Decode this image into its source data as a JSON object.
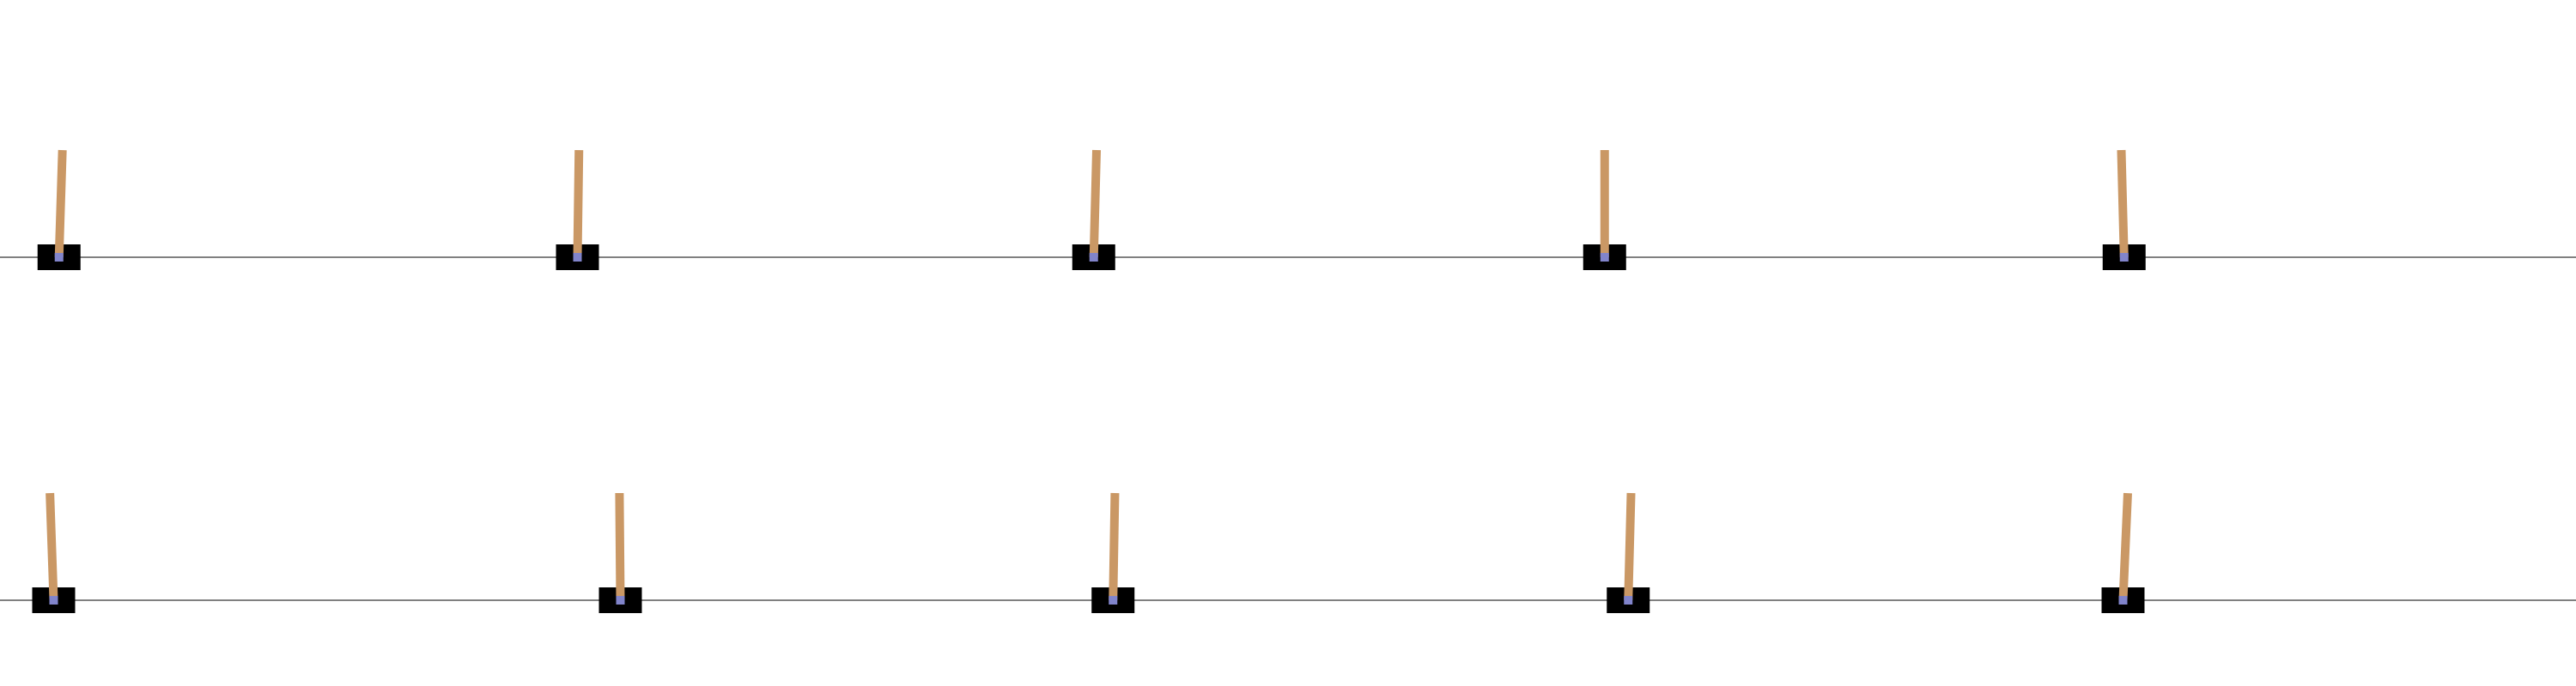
{
  "environment": {
    "name": "CartPole",
    "grid": {
      "rows": 2,
      "columns": 5
    },
    "colors": {
      "background": "#ffffff",
      "track": "#000000",
      "cart": "#000000",
      "pole": "#ca9865",
      "axle": "#8184cb"
    }
  },
  "states": [
    {
      "cart_position": -1.85,
      "pole_angle_deg": 1.8
    },
    {
      "cart_position": -1.82,
      "pole_angle_deg": 0.8
    },
    {
      "cart_position": -1.81,
      "pole_angle_deg": 1.5
    },
    {
      "cart_position": -1.85,
      "pole_angle_deg": 0.0
    },
    {
      "cart_position": -1.81,
      "pole_angle_deg": -1.5
    },
    {
      "cart_position": -1.9,
      "pole_angle_deg": -2.0
    },
    {
      "cart_position": -1.42,
      "pole_angle_deg": -0.5
    },
    {
      "cart_position": -1.63,
      "pole_angle_deg": 1.0
    },
    {
      "cart_position": -1.63,
      "pole_angle_deg": 1.5
    },
    {
      "cart_position": -1.82,
      "pole_angle_deg": 2.5
    }
  ]
}
